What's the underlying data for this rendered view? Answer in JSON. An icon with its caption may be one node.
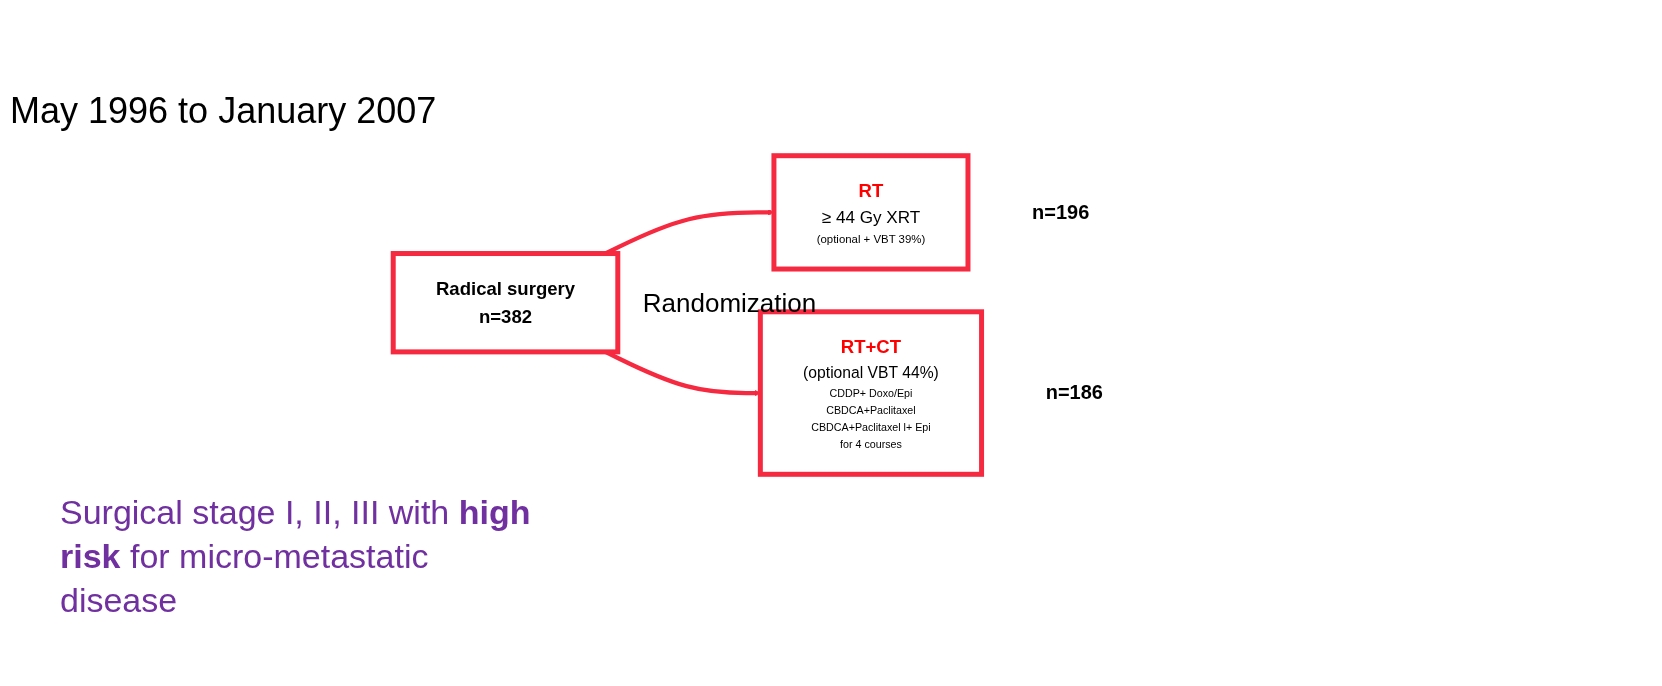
{
  "diagram": {
    "nodes": [
      {
        "text": [
          "Radical surgery",
          "n=382"
        ]
      },
      {
        "text": [
          "RT",
          "≥ 44 Gy XRT",
          "(optional + VBT 39%)"
        ],
        "beside": [
          "n=196"
        ]
      },
      {
        "text": [
          "RT+CT",
          "(optional VBT 44%)",
          "CDDP+ Doxo/Epi",
          "CBDCA+Paclitaxel",
          "CBDCA+Paclitaxel l+ Epi",
          "for 4 courses"
        ],
        "beside": [
          "n=186"
        ]
      }
    ],
    "edges": [
      {
        "from": 0,
        "to": 1,
        "arrow": "to"
      },
      {
        "from": 0,
        "to": 2,
        "arrow": "to"
      }
    ],
    "labels": [
      "May 1996 to January 2007",
      "Randomization",
      "Surgical stage I, II, III with **high risk** for micro-metastatic disease"
    ]
  }
}
